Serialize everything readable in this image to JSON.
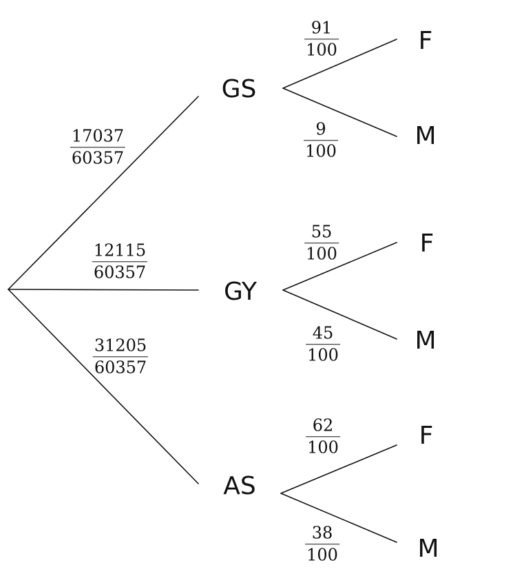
{
  "diagram": {
    "type": "probability-tree",
    "root": "",
    "level1": [
      {
        "id": "GS",
        "label": "GS",
        "prob": {
          "num": "17037",
          "den": "60357"
        },
        "children": [
          {
            "label": "F",
            "prob": {
              "num": "91",
              "den": "100"
            }
          },
          {
            "label": "M",
            "prob": {
              "num": "9",
              "den": "100"
            }
          }
        ]
      },
      {
        "id": "GY",
        "label": "GY",
        "prob": {
          "num": "12115",
          "den": "60357"
        },
        "children": [
          {
            "label": "F",
            "prob": {
              "num": "55",
              "den": "100"
            }
          },
          {
            "label": "M",
            "prob": {
              "num": "45",
              "den": "100"
            }
          }
        ]
      },
      {
        "id": "AS",
        "label": "AS",
        "prob": {
          "num": "31205",
          "den": "60357"
        },
        "children": [
          {
            "label": "F",
            "prob": {
              "num": "62",
              "den": "100"
            }
          },
          {
            "label": "M",
            "prob": {
              "num": "38",
              "den": "100"
            }
          }
        ]
      }
    ]
  },
  "colors": {
    "ink": "#111111",
    "background": "#ffffff"
  }
}
